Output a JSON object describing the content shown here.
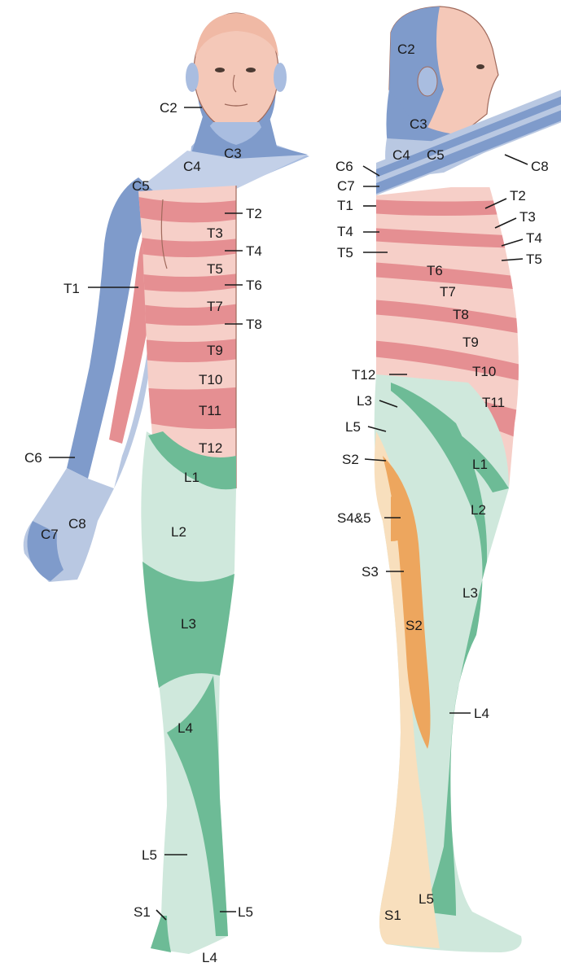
{
  "colors": {
    "cervical": "#7f9bcb",
    "cervical_light": "#b9c8e2",
    "thoracic": "#e58f92",
    "thoracic_light": "#f6cfc8",
    "lumbar": "#6dbb96",
    "lumbar_light": "#cfe8dc",
    "sacral": "#eda65e",
    "sacral_light": "#f8dfbd",
    "skin": "#f4c8b8",
    "outline": "#a06a5c"
  },
  "front": {
    "labels": {
      "C2": "C2",
      "C3": "C3",
      "C4": "C4",
      "C5": "C5",
      "T1": "T1",
      "T2": "T2",
      "T3": "T3",
      "T4": "T4",
      "T5": "T5",
      "T6": "T6",
      "T7": "T7",
      "T8": "T8",
      "T9": "T9",
      "T10": "T10",
      "T11": "T11",
      "T12": "T12",
      "C6": "C6",
      "C7": "C7",
      "C8": "C8",
      "L1": "L1",
      "L2": "L2",
      "L3": "L3",
      "L4": "L4",
      "L5": "L5",
      "L5_foot": "L5",
      "S1": "S1",
      "L4_foot": "L4"
    }
  },
  "side": {
    "labels": {
      "C2": "C2",
      "C3": "C3",
      "C4": "C4",
      "C5": "C5",
      "C6": "C6",
      "C7": "C7",
      "C8": "C8",
      "T1": "T1",
      "T2": "T2",
      "T3": "T3",
      "T4": "T4",
      "T5": "T5",
      "T4_right": "T4",
      "T5_right": "T5",
      "T6": "T6",
      "T7": "T7",
      "T8": "T8",
      "T9": "T9",
      "T10": "T10",
      "T11": "T11",
      "T12": "T12",
      "L3": "L3",
      "L5": "L5",
      "S2": "S2",
      "S4_5": "S4&5",
      "S3": "S3",
      "L1": "L1",
      "L2": "L2",
      "L3_leg": "L3",
      "S2_leg": "S2",
      "L4": "L4",
      "L5_foot": "L5",
      "S1": "S1"
    }
  }
}
